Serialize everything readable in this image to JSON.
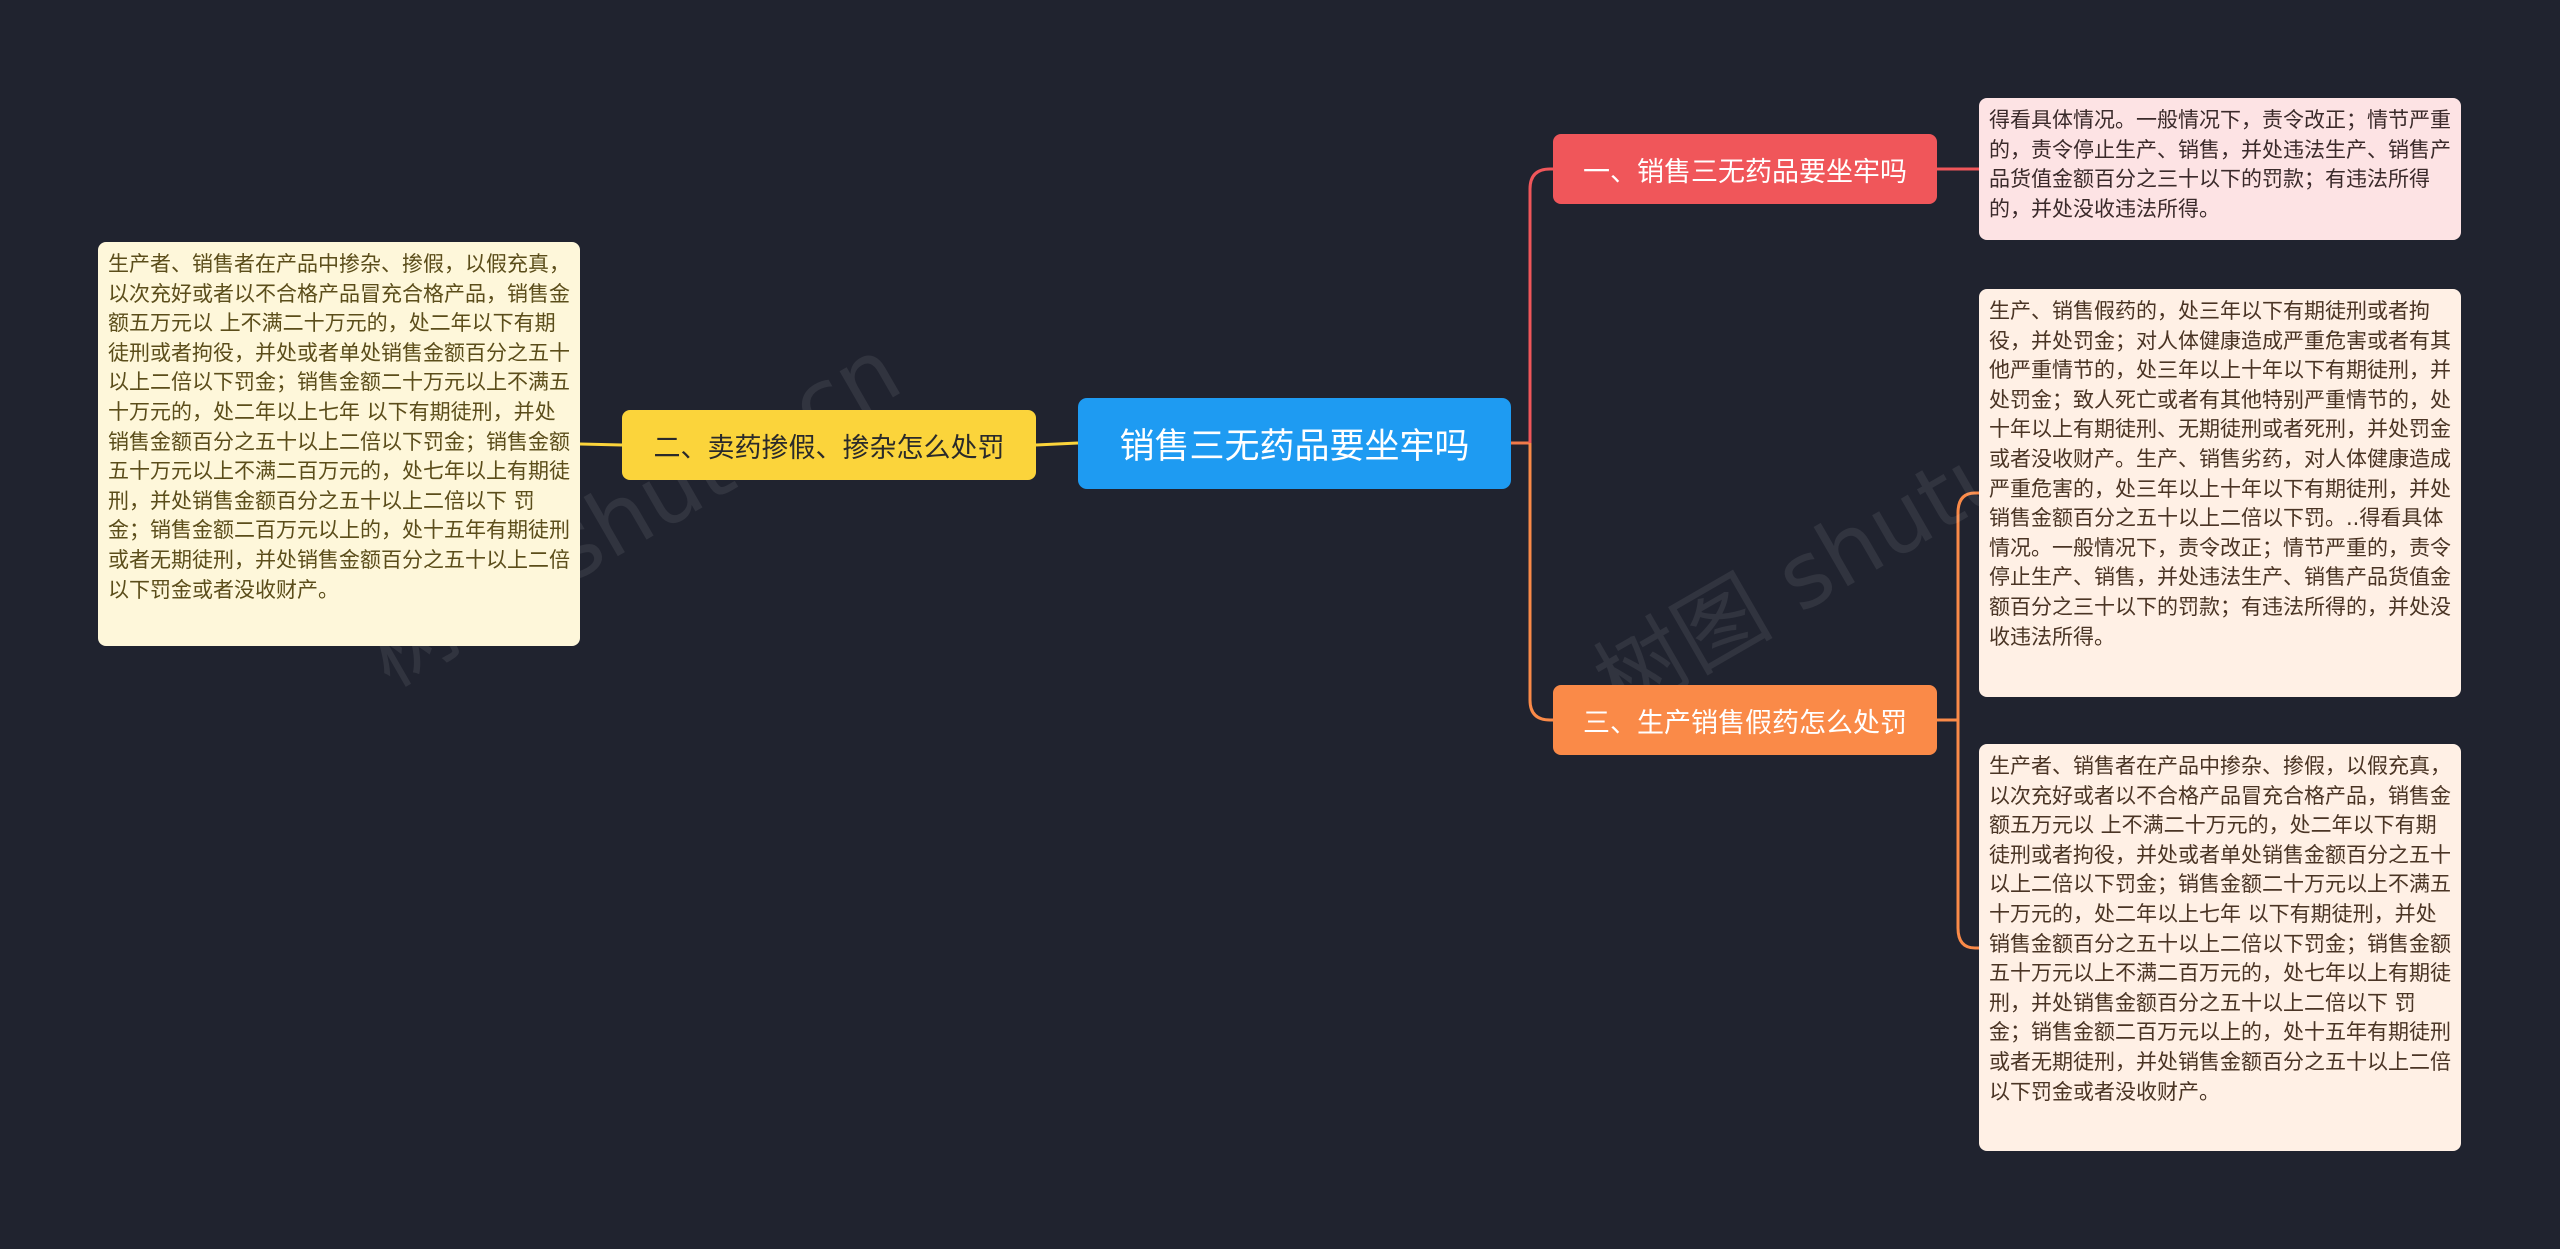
{
  "center": {
    "label": "销售三无药品要坐牢吗"
  },
  "branches": [
    {
      "label": "一、销售三无药品要坐牢吗",
      "color": "#f0565a",
      "leaves": [
        "得看具体情况。一般情况下，责令改正；情节严重的，责令停止生产、销售，并处违法生产、销售产品货值金额百分之三十以下的罚款；有违法所得的，并处没收违法所得。"
      ]
    },
    {
      "label": "二、卖药掺假、掺杂怎么处罚",
      "color": "#fbd43b",
      "leaves": [
        "生产者、销售者在产品中掺杂、掺假，以假充真，以次充好或者以不合格产品冒充合格产品，销售金额五万元以 上不满二十万元的，处二年以下有期徒刑或者拘役，并处或者单处销售金额百分之五十以上二倍以下罚金；销售金额二十万元以上不满五十万元的，处二年以上七年 以下有期徒刑，并处销售金额百分之五十以上二倍以下罚金；销售金额五十万元以上不满二百万元的，处七年以上有期徒刑，并处销售金额百分之五十以上二倍以下 罚金；销售金额二百万元以上的，处十五年有期徒刑或者无期徒刑，并处销售金额百分之五十以上二倍以下罚金或者没收财产。"
      ]
    },
    {
      "label": "三、生产销售假药怎么处罚",
      "color": "#fa8a48",
      "leaves": [
        "生产、销售假药的，处三年以下有期徒刑或者拘役，并处罚金；对人体健康造成严重危害或者有其他严重情节的，处三年以上十年以下有期徒刑，并处罚金；致人死亡或者有其他特别严重情节的，处十年以上有期徒刑、无期徒刑或者死刑，并处罚金或者没收财产。生产、销售劣药，对人体健康造成严重危害的，处三年以上十年以下有期徒刑，并处销售金额百分之五十以上二倍以下罚。..得看具体情况。一般情况下，责令改正；情节严重的，责令停止生产、销售，并处违法生产、销售产品货值金额百分之三十以下的罚款；有违法所得的，并处没收违法所得。",
        "生产者、销售者在产品中掺杂、掺假，以假充真，以次充好或者以不合格产品冒充合格产品，销售金额五万元以 上不满二十万元的，处二年以下有期徒刑或者拘役，并处或者单处销售金额百分之五十以上二倍以下罚金；销售金额二十万元以上不满五十万元的，处二年以上七年 以下有期徒刑，并处销售金额百分之五十以上二倍以下罚金；销售金额五十万元以上不满二百万元的，处七年以上有期徒刑，并处销售金额百分之五十以上二倍以下 罚金；销售金额二百万元以上的，处十五年有期徒刑或者无期徒刑，并处销售金额百分之五十以上二倍以下罚金或者没收财产。"
      ]
    }
  ],
  "colors": {
    "background": "#20232f",
    "center": "#1e9bf2",
    "leaf_red": "#fde3e4",
    "leaf_yellow": "#fef7da",
    "leaf_orange": "#fff0e5"
  },
  "watermark": "树图 shutu.cn"
}
